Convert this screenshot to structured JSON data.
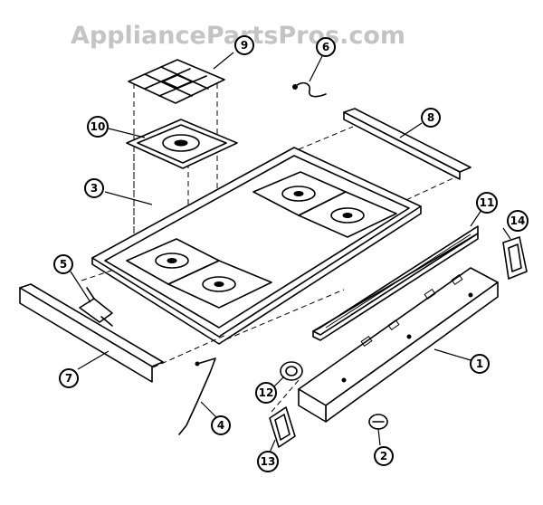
{
  "watermark": "AppliancePartsPros.com",
  "callouts": [
    {
      "id": "callout-1",
      "label": "1"
    },
    {
      "id": "callout-2",
      "label": "2"
    },
    {
      "id": "callout-3",
      "label": "3"
    },
    {
      "id": "callout-4",
      "label": "4"
    },
    {
      "id": "callout-5",
      "label": "5"
    },
    {
      "id": "callout-6",
      "label": "6"
    },
    {
      "id": "callout-7",
      "label": "7"
    },
    {
      "id": "callout-8",
      "label": "8"
    },
    {
      "id": "callout-9",
      "label": "9"
    },
    {
      "id": "callout-10",
      "label": "10"
    },
    {
      "id": "callout-11",
      "label": "11"
    },
    {
      "id": "callout-12",
      "label": "12"
    },
    {
      "id": "callout-13",
      "label": "13"
    },
    {
      "id": "callout-14",
      "label": "14"
    }
  ]
}
